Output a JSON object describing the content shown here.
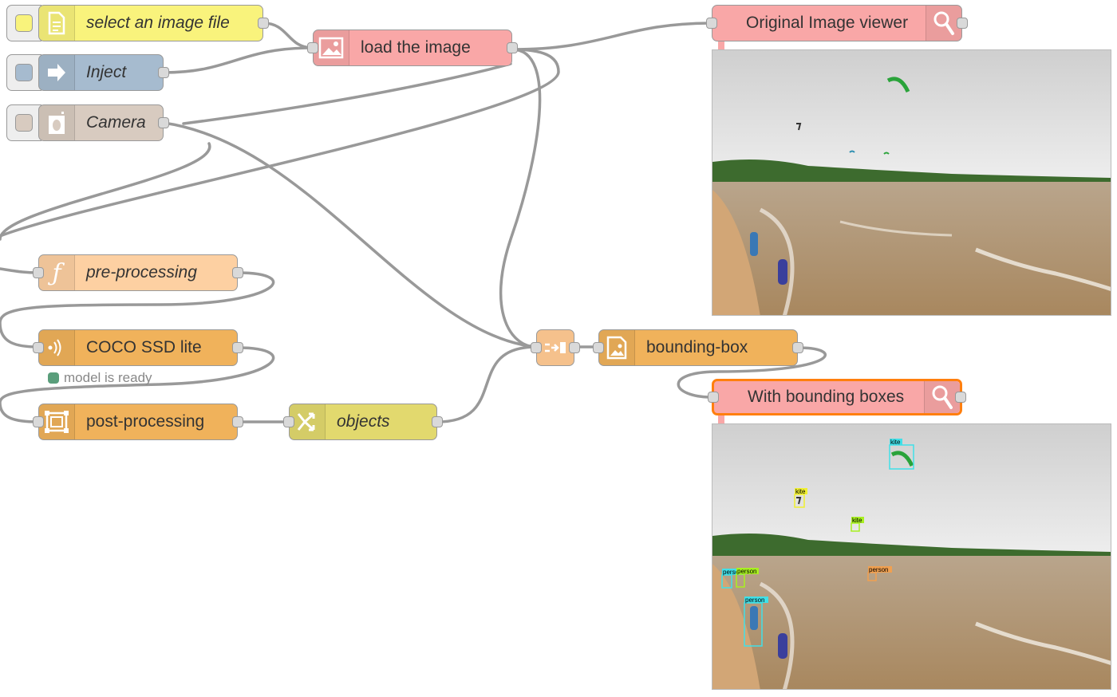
{
  "nodes": {
    "select_file": {
      "label": "select an image file",
      "color": "#f9f37c",
      "icon": "file-icon"
    },
    "inject": {
      "label": "Inject",
      "color": "#a6bbcf",
      "icon": "arrow-right-icon"
    },
    "camera": {
      "label": "Camera",
      "color": "#d8cbc0",
      "icon": "camera-icon"
    },
    "load_image": {
      "label": "load the image",
      "color": "#f9a7a7",
      "icon": "image-icon"
    },
    "orig_viewer": {
      "label": "Original Image viewer",
      "color": "#f9a7a7",
      "icon": "magnifier-icon"
    },
    "pre_processing": {
      "label": "pre-processing",
      "color": "#fdd0a2",
      "icon": "function-icon"
    },
    "coco": {
      "label": "COCO SSD lite",
      "color": "#f0b25b",
      "icon": "tensorflow-icon",
      "status": "model is ready"
    },
    "post_processing": {
      "label": "post-processing",
      "color": "#f0b25b",
      "icon": "bbox-icon"
    },
    "objects": {
      "label": "objects",
      "color": "#e2d96e",
      "icon": "shuffle-icon"
    },
    "join": {
      "color": "#f5c18c",
      "icon": "join-icon"
    },
    "bounding_box": {
      "label": "bounding-box",
      "color": "#f0b25b",
      "icon": "image-icon"
    },
    "bbox_viewer": {
      "label": "With bounding boxes",
      "color": "#f9a7a7",
      "icon": "magnifier-icon",
      "selected_border": "#ff7f0e"
    }
  },
  "detections": [
    {
      "label": "kite",
      "color": "#40e0e8"
    },
    {
      "label": "kite",
      "color": "#f0f030"
    },
    {
      "label": "kite",
      "color": "#a8f020"
    },
    {
      "label": "person",
      "color": "#40e0e8"
    },
    {
      "label": "person",
      "color": "#a8f020"
    },
    {
      "label": "person",
      "color": "#40e0e8"
    },
    {
      "label": "person",
      "color": "#f0a050"
    }
  ]
}
